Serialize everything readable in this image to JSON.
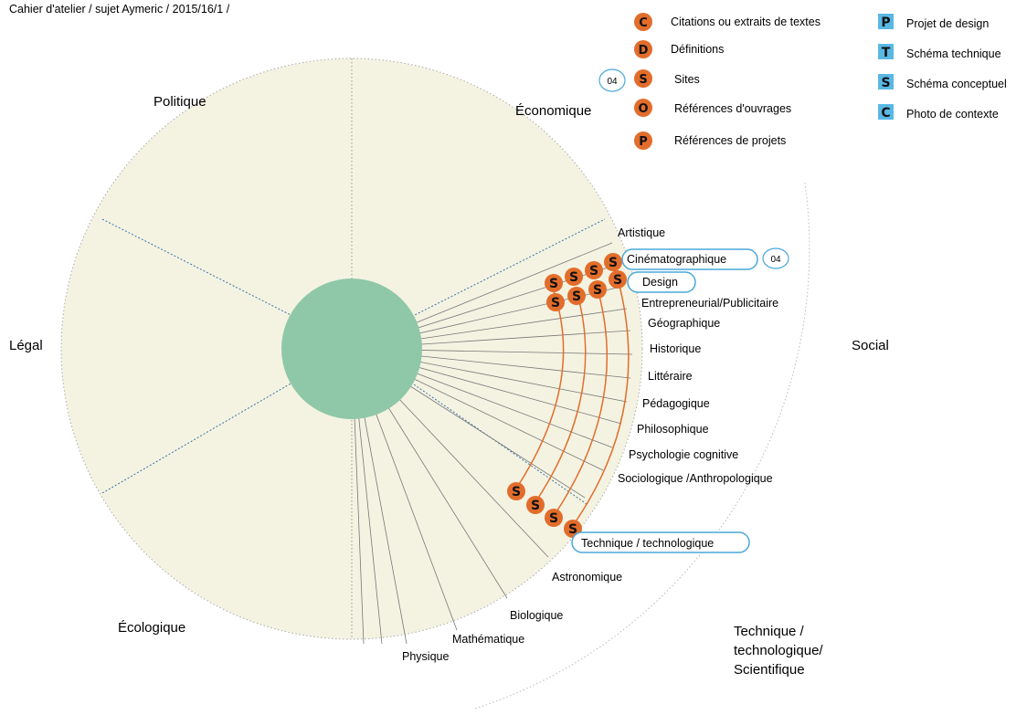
{
  "header": {
    "text": "Cahier d'atelier / sujet Aymeric / 2015/16/1 /"
  },
  "colors": {
    "pie_fill": "#f4f3e2",
    "center_fill": "#8fc8a9",
    "orange": "#e26d2b",
    "blue_outline": "#4aa8d8",
    "blue_badge": "#5ab8e4",
    "dashed_blue": "#3d73a8"
  },
  "legend_left": [
    {
      "letter": "C",
      "label": "Citations ou extraits de textes",
      "icon": "orange-circle"
    },
    {
      "letter": "D",
      "label": "Définitions",
      "icon": "orange-circle"
    },
    {
      "letter": "S",
      "label": "Sites",
      "icon": "orange-circle",
      "count": "04"
    },
    {
      "letter": "O",
      "label": "Références d'ouvrages",
      "icon": "orange-circle"
    },
    {
      "letter": "P",
      "label": "Références de projets",
      "icon": "orange-circle"
    }
  ],
  "legend_right": [
    {
      "letter": "P",
      "label": "Projet de design",
      "icon": "blue-square"
    },
    {
      "letter": "T",
      "label": "Schéma technique",
      "icon": "blue-square"
    },
    {
      "letter": "S",
      "label": "Schéma conceptuel",
      "icon": "blue-square"
    },
    {
      "letter": "C",
      "label": "Photo de contexte",
      "icon": "blue-square"
    }
  ],
  "sectors": [
    {
      "label": "Politique"
    },
    {
      "label": "Économique"
    },
    {
      "label": "Légal"
    },
    {
      "label": "Social"
    },
    {
      "label": "Écologique"
    },
    {
      "label": "Technique /",
      "line2": "technologique/",
      "line3": "Scientifique"
    }
  ],
  "sub_categories": [
    {
      "label": "Artistique"
    },
    {
      "label": "Cinématographique",
      "highlighted": true,
      "count": "04"
    },
    {
      "label": "Design",
      "highlighted": true
    },
    {
      "label": "Entrepreneurial/Publicitaire"
    },
    {
      "label": "Géographique"
    },
    {
      "label": "Historique"
    },
    {
      "label": "Littéraire"
    },
    {
      "label": "Pédagogique"
    },
    {
      "label": "Philosophique"
    },
    {
      "label": "Psychologie cognitive"
    },
    {
      "label": "Sociologique /Anthropologique"
    },
    {
      "label": "Technique / technologique",
      "highlighted": true
    },
    {
      "label": "Astronomique"
    },
    {
      "label": "Biologique"
    },
    {
      "label": "Mathématique"
    },
    {
      "label": "Physique"
    }
  ],
  "link_badge_letter": "S"
}
